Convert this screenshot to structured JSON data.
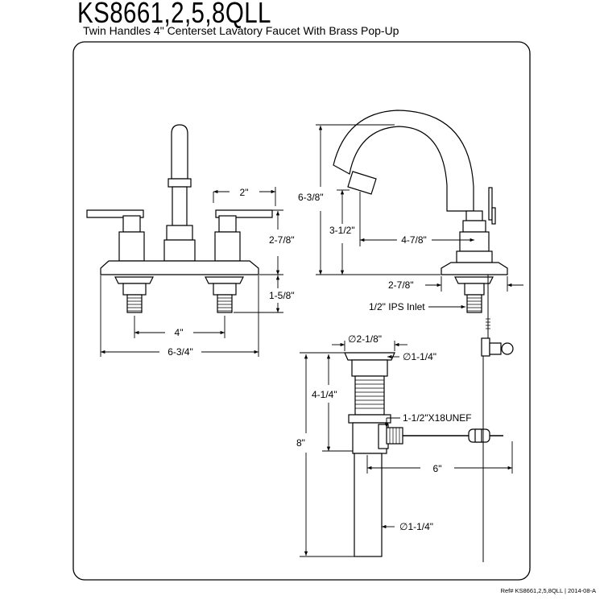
{
  "header": {
    "model": "KS8661,2,5,8QLL",
    "description": "Twin Handles 4\" Centerset Lavatory Faucet With Brass Pop-Up"
  },
  "dimensions": {
    "handle_spread": "2\"",
    "body_height": "2-7/8\"",
    "shank_length": "1-5/8\"",
    "centers": "4\"",
    "overall_width": "6-3/4\"",
    "overall_height": "6-3/8\"",
    "spout_height": "3-1/2\"",
    "spout_reach": "4-7/8\"",
    "base_depth": "2-7/8\"",
    "inlet": "1/2\" IPS Inlet",
    "popup_flange_dia": "∅2-1/8\"",
    "popup_body_dia": "∅1-1/4\"",
    "popup_height": "4-1/4\"",
    "popup_thread": "1-1/2\"X18UNEF",
    "popup_total_height": "8\"",
    "rod_length": "6\"",
    "tailpiece_dia": "∅1-1/4\""
  },
  "footer": {
    "ref": "Ref# KS8661,2,5,8QLL | 2014-08-A"
  }
}
